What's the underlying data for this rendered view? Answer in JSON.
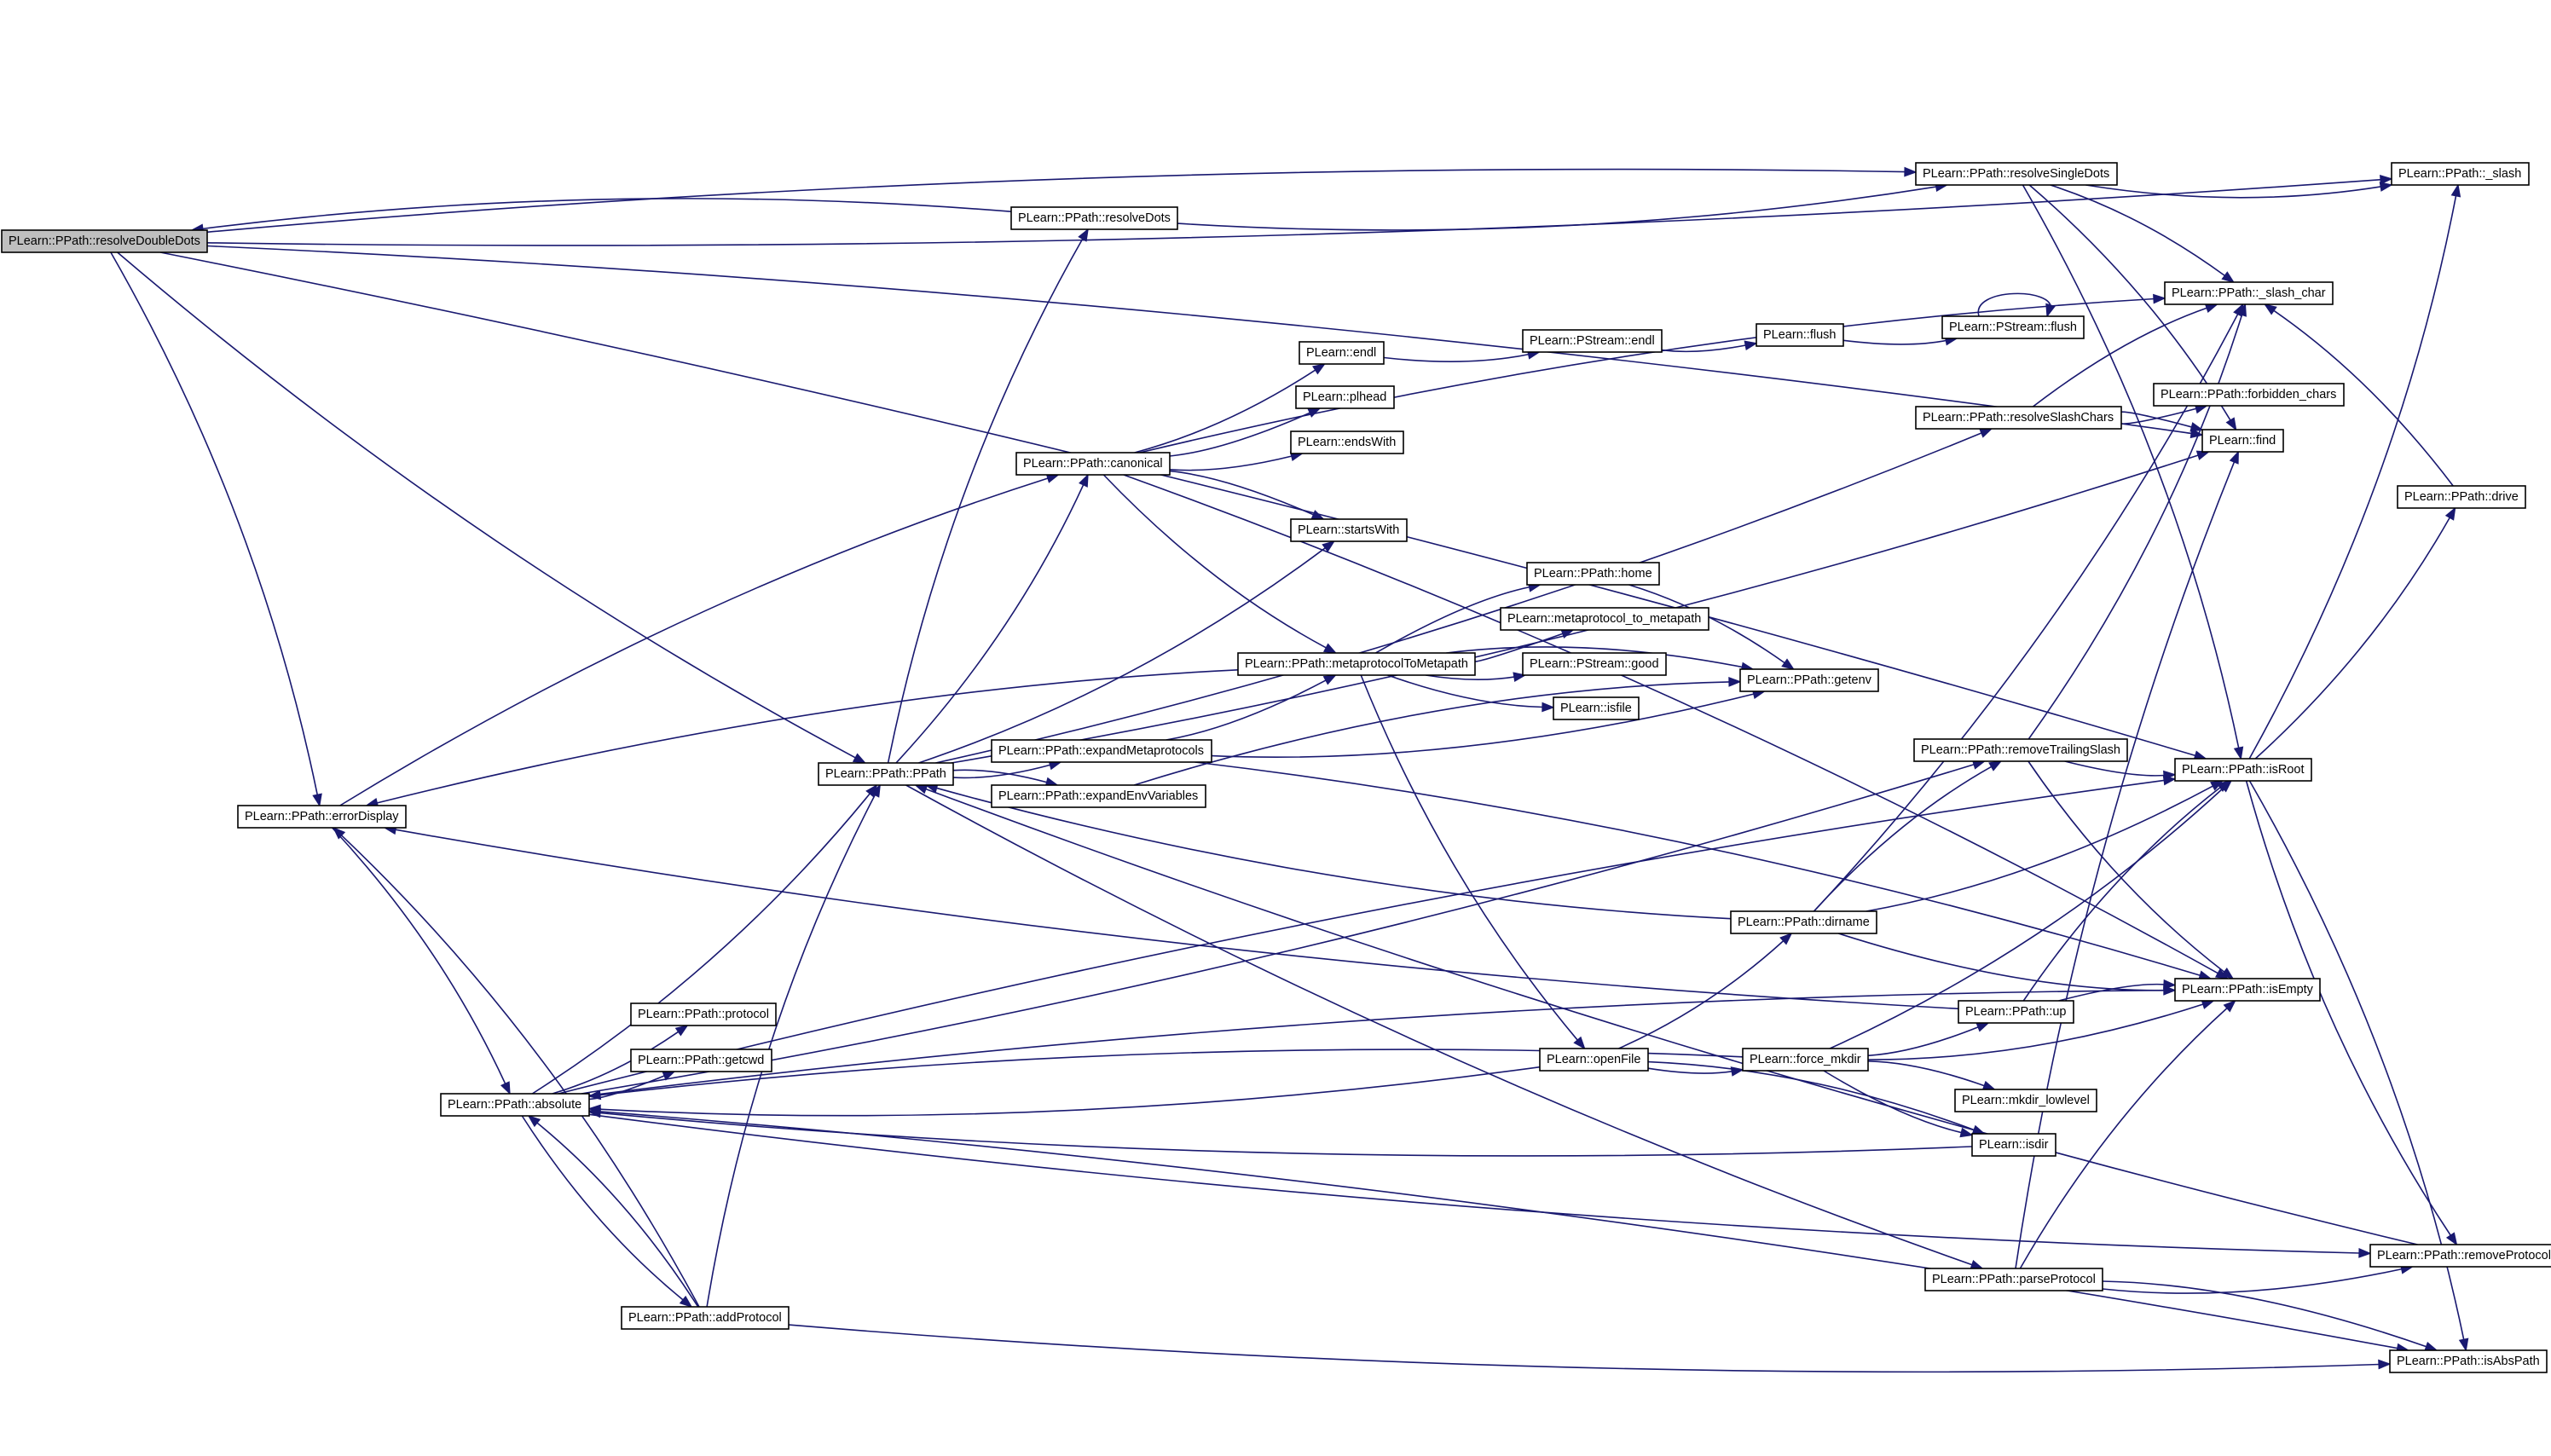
{
  "graph": {
    "root": "resolveDoubleDots",
    "nodes": [
      {
        "id": "resolveDoubleDots",
        "label": "PLearn::PPath::resolveDoubleDots"
      },
      {
        "id": "resolveDots",
        "label": "PLearn::PPath::resolveDots"
      },
      {
        "id": "resolveSingleDots",
        "label": "PLearn::PPath::resolveSingleDots"
      },
      {
        "id": "slash",
        "label": "PLearn::PPath::_slash"
      },
      {
        "id": "slash_char",
        "label": "PLearn::PPath::_slash_char"
      },
      {
        "id": "endl",
        "label": "PLearn::endl"
      },
      {
        "id": "pstream_endl",
        "label": "PLearn::PStream::endl"
      },
      {
        "id": "flush",
        "label": "PLearn::flush"
      },
      {
        "id": "pstream_flush",
        "label": "PLearn::PStream::flush"
      },
      {
        "id": "plhead",
        "label": "PLearn::plhead"
      },
      {
        "id": "resolveSlashChars",
        "label": "PLearn::PPath::resolveSlashChars"
      },
      {
        "id": "forbidden_chars",
        "label": "PLearn::PPath::forbidden_chars"
      },
      {
        "id": "canonical",
        "label": "PLearn::PPath::canonical"
      },
      {
        "id": "endsWith",
        "label": "PLearn::endsWith"
      },
      {
        "id": "find",
        "label": "PLearn::find"
      },
      {
        "id": "drive",
        "label": "PLearn::PPath::drive"
      },
      {
        "id": "startsWith",
        "label": "PLearn::startsWith"
      },
      {
        "id": "home",
        "label": "PLearn::PPath::home"
      },
      {
        "id": "metaprotocol_to_metapath",
        "label": "PLearn::metaprotocol_to_metapath"
      },
      {
        "id": "metaprotocolToMetapath",
        "label": "PLearn::PPath::metaprotocolToMetapath"
      },
      {
        "id": "good",
        "label": "PLearn::PStream::good"
      },
      {
        "id": "getenv",
        "label": "PLearn::PPath::getenv"
      },
      {
        "id": "isfile",
        "label": "PLearn::isfile"
      },
      {
        "id": "removeTrailingSlash",
        "label": "PLearn::PPath::removeTrailingSlash"
      },
      {
        "id": "expandMetaprotocols",
        "label": "PLearn::PPath::expandMetaprotocols"
      },
      {
        "id": "ppath",
        "label": "PLearn::PPath::PPath"
      },
      {
        "id": "isRoot",
        "label": "PLearn::PPath::isRoot"
      },
      {
        "id": "expandEnvVariables",
        "label": "PLearn::PPath::expandEnvVariables"
      },
      {
        "id": "errorDisplay",
        "label": "PLearn::PPath::errorDisplay"
      },
      {
        "id": "dirname",
        "label": "PLearn::PPath::dirname"
      },
      {
        "id": "isEmpty",
        "label": "PLearn::PPath::isEmpty"
      },
      {
        "id": "protocol",
        "label": "PLearn::PPath::protocol"
      },
      {
        "id": "up",
        "label": "PLearn::PPath::up"
      },
      {
        "id": "getcwd",
        "label": "PLearn::PPath::getcwd"
      },
      {
        "id": "openFile",
        "label": "PLearn::openFile"
      },
      {
        "id": "force_mkdir",
        "label": "PLearn::force_mkdir"
      },
      {
        "id": "absolute",
        "label": "PLearn::PPath::absolute"
      },
      {
        "id": "mkdir_lowlevel",
        "label": "PLearn::mkdir_lowlevel"
      },
      {
        "id": "isdir",
        "label": "PLearn::isdir"
      },
      {
        "id": "removeProtocol",
        "label": "PLearn::PPath::removeProtocol"
      },
      {
        "id": "parseProtocol",
        "label": "PLearn::PPath::parseProtocol"
      },
      {
        "id": "addProtocol",
        "label": "PLearn::PPath::addProtocol"
      },
      {
        "id": "isAbsPath",
        "label": "PLearn::PPath::isAbsPath"
      }
    ],
    "edges": [
      [
        "resolveDoubleDots",
        "slash"
      ],
      [
        "resolveDoubleDots",
        "resolveSingleDots"
      ],
      [
        "resolveDoubleDots",
        "find"
      ],
      [
        "resolveDoubleDots",
        "errorDisplay"
      ],
      [
        "resolveDoubleDots",
        "ppath"
      ],
      [
        "resolveDoubleDots",
        "isRoot"
      ],
      [
        "resolveDots",
        "resolveDoubleDots"
      ],
      [
        "resolveDots",
        "resolveSingleDots"
      ],
      [
        "resolveSingleDots",
        "slash"
      ],
      [
        "resolveSingleDots",
        "slash_char"
      ],
      [
        "resolveSingleDots",
        "find"
      ],
      [
        "resolveSingleDots",
        "isRoot"
      ],
      [
        "canonical",
        "slash_char"
      ],
      [
        "canonical",
        "endl"
      ],
      [
        "canonical",
        "plhead"
      ],
      [
        "canonical",
        "endsWith"
      ],
      [
        "canonical",
        "startsWith"
      ],
      [
        "canonical",
        "metaprotocolToMetapath"
      ],
      [
        "canonical",
        "isEmpty"
      ],
      [
        "endl",
        "pstream_endl"
      ],
      [
        "pstream_endl",
        "flush"
      ],
      [
        "flush",
        "pstream_flush"
      ],
      [
        "pstream_flush",
        "pstream_flush"
      ],
      [
        "resolveSlashChars",
        "slash_char"
      ],
      [
        "resolveSlashChars",
        "forbidden_chars"
      ],
      [
        "resolveSlashChars",
        "find"
      ],
      [
        "drive",
        "slash_char"
      ],
      [
        "ppath",
        "resolveDots"
      ],
      [
        "ppath",
        "canonical"
      ],
      [
        "ppath",
        "startsWith"
      ],
      [
        "ppath",
        "expandMetaprotocols"
      ],
      [
        "ppath",
        "expandEnvVariables"
      ],
      [
        "ppath",
        "find"
      ],
      [
        "ppath",
        "resolveSlashChars"
      ],
      [
        "ppath",
        "parseProtocol"
      ],
      [
        "errorDisplay",
        "canonical"
      ],
      [
        "errorDisplay",
        "absolute"
      ],
      [
        "metaprotocolToMetapath",
        "errorDisplay"
      ],
      [
        "metaprotocolToMetapath",
        "home"
      ],
      [
        "metaprotocolToMetapath",
        "metaprotocol_to_metapath"
      ],
      [
        "metaprotocolToMetapath",
        "good"
      ],
      [
        "metaprotocolToMetapath",
        "getenv"
      ],
      [
        "metaprotocolToMetapath",
        "isfile"
      ],
      [
        "metaprotocolToMetapath",
        "openFile"
      ],
      [
        "home",
        "getenv"
      ],
      [
        "expandMetaprotocols",
        "metaprotocolToMetapath"
      ],
      [
        "expandMetaprotocols",
        "getenv"
      ],
      [
        "expandMetaprotocols",
        "isEmpty"
      ],
      [
        "expandEnvVariables",
        "getenv"
      ],
      [
        "removeTrailingSlash",
        "slash_char"
      ],
      [
        "removeTrailingSlash",
        "isRoot"
      ],
      [
        "removeTrailingSlash",
        "isEmpty"
      ],
      [
        "isRoot",
        "slash"
      ],
      [
        "isRoot",
        "drive"
      ],
      [
        "isRoot",
        "removeProtocol"
      ],
      [
        "isRoot",
        "isAbsPath"
      ],
      [
        "dirname",
        "ppath"
      ],
      [
        "dirname",
        "slash_char"
      ],
      [
        "dirname",
        "removeTrailingSlash"
      ],
      [
        "dirname",
        "isRoot"
      ],
      [
        "dirname",
        "isEmpty"
      ],
      [
        "up",
        "errorDisplay"
      ],
      [
        "up",
        "isRoot"
      ],
      [
        "up",
        "isEmpty"
      ],
      [
        "openFile",
        "dirname"
      ],
      [
        "openFile",
        "force_mkdir"
      ],
      [
        "openFile",
        "absolute"
      ],
      [
        "openFile",
        "isdir"
      ],
      [
        "force_mkdir",
        "up"
      ],
      [
        "force_mkdir",
        "isRoot"
      ],
      [
        "force_mkdir",
        "isEmpty"
      ],
      [
        "force_mkdir",
        "mkdir_lowlevel"
      ],
      [
        "force_mkdir",
        "isdir"
      ],
      [
        "force_mkdir",
        "absolute"
      ],
      [
        "absolute",
        "ppath"
      ],
      [
        "absolute",
        "isRoot"
      ],
      [
        "absolute",
        "removeTrailingSlash"
      ],
      [
        "absolute",
        "protocol"
      ],
      [
        "absolute",
        "getcwd"
      ],
      [
        "absolute",
        "isEmpty"
      ],
      [
        "absolute",
        "addProtocol"
      ],
      [
        "absolute",
        "removeProtocol"
      ],
      [
        "absolute",
        "isAbsPath"
      ],
      [
        "isdir",
        "absolute"
      ],
      [
        "parseProtocol",
        "find"
      ],
      [
        "parseProtocol",
        "isEmpty"
      ],
      [
        "parseProtocol",
        "removeProtocol"
      ],
      [
        "parseProtocol",
        "isAbsPath"
      ],
      [
        "removeProtocol",
        "ppath"
      ],
      [
        "addProtocol",
        "ppath"
      ],
      [
        "addProtocol",
        "errorDisplay"
      ],
      [
        "addProtocol",
        "absolute"
      ],
      [
        "addProtocol",
        "isAbsPath"
      ]
    ]
  }
}
